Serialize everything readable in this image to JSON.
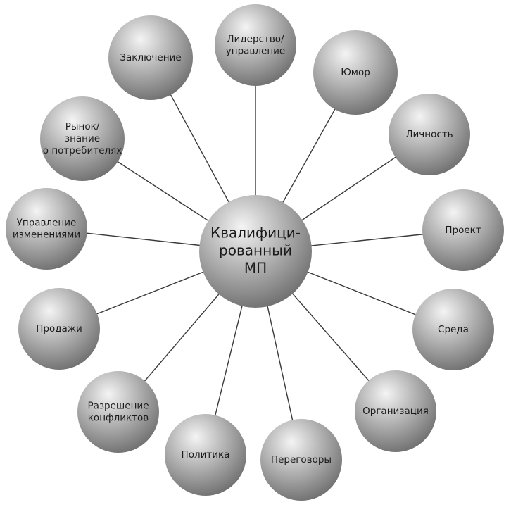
{
  "diagram": {
    "center": {
      "lines": [
        "Квалифици-",
        "рованный",
        "МП"
      ]
    },
    "satellites": [
      {
        "id": "leadership",
        "lines": [
          "Лидерство/",
          "управление"
        ]
      },
      {
        "id": "humor",
        "lines": [
          "Юмор"
        ]
      },
      {
        "id": "personality",
        "lines": [
          "Личность"
        ]
      },
      {
        "id": "project",
        "lines": [
          "Проект"
        ]
      },
      {
        "id": "environment",
        "lines": [
          "Среда"
        ]
      },
      {
        "id": "organization",
        "lines": [
          "Организация"
        ]
      },
      {
        "id": "negotiations",
        "lines": [
          "Переговоры"
        ]
      },
      {
        "id": "politics",
        "lines": [
          "Политика"
        ]
      },
      {
        "id": "conflict-resolution",
        "lines": [
          "Разрешение",
          "конфликтов"
        ]
      },
      {
        "id": "sales",
        "lines": [
          "Продажи"
        ]
      },
      {
        "id": "change-management",
        "lines": [
          "Управление",
          "изменениями"
        ]
      },
      {
        "id": "market-knowledge",
        "lines": [
          "Рынок/",
          "знание",
          "о потребителях"
        ]
      },
      {
        "id": "conclusion",
        "lines": [
          "Заключение"
        ]
      }
    ],
    "colors": {
      "sphere_highlight": "#f4f4f4",
      "sphere_mid": "#b8b8b8",
      "sphere_shadow": "#6e6e6e",
      "connector": "#3a3a3a",
      "text": "#1a1a1a"
    }
  }
}
